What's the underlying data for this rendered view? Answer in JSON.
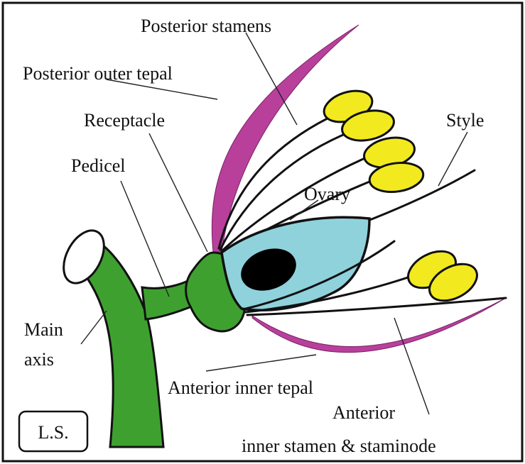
{
  "labels": {
    "posterior_stamens": "Posterior stamens",
    "posterior_outer_tepal": "Posterior outer tepal",
    "receptacle": "Receptacle",
    "pedicel": "Pedicel",
    "style": "Style",
    "ovary": "Ovary",
    "main_axis_line1": "Main",
    "main_axis_line2": "axis",
    "anterior_inner_tepal": "Anterior inner tepal",
    "anterior_line1": "Anterior",
    "anterior_line2": "inner stamen & staminode",
    "section": "L.S."
  },
  "colors": {
    "tepal": "#b8409b",
    "anther": "#f2ea1e",
    "ovary": "#8fd2dc",
    "ovule": "#000000",
    "axis_green": "#3ea12f"
  }
}
